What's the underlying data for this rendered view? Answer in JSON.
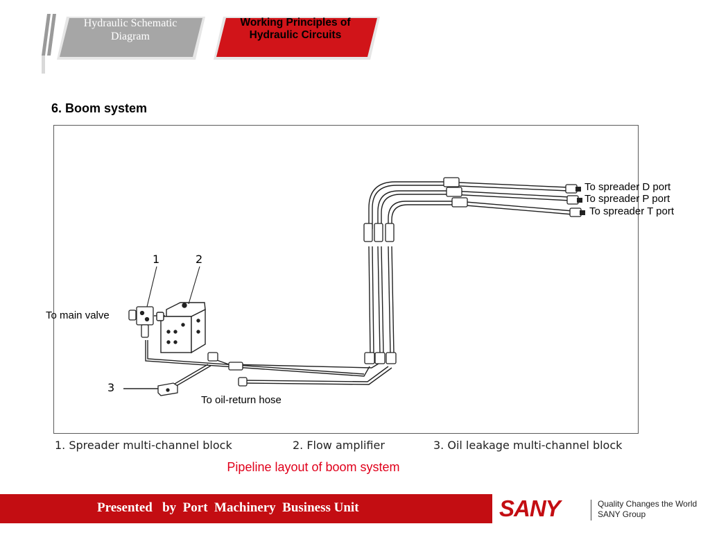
{
  "header": {
    "tab_previous": "Hydraulic Schematic Diagram",
    "tab_current": "Working Principles of Hydraulic Circuits"
  },
  "section_title": "6. Boom system",
  "diagram": {
    "callout_1": "1",
    "callout_2": "2",
    "callout_3": "3",
    "label_main_valve": "To main valve",
    "label_oil_return": "To oil-return hose",
    "label_d_port": "To spreader D port",
    "label_p_port": "To spreader P port",
    "label_t_port": "To spreader T port"
  },
  "legend": [
    "1. Spreader multi-channel block",
    "2. Flow amplifier",
    "3. Oil leakage multi-channel block"
  ],
  "caption": "Pipeline layout of boom system",
  "footer": {
    "presenter": "Presented   by  Port  Machinery  Business Unit",
    "logo": "SANY",
    "slogan_line1": "Quality Changes the World",
    "slogan_line2": "SANY Group"
  },
  "colors": {
    "brand_red": "#c30d12",
    "caption_red": "#e0001b",
    "tab_grey": "#a6a6a6"
  }
}
